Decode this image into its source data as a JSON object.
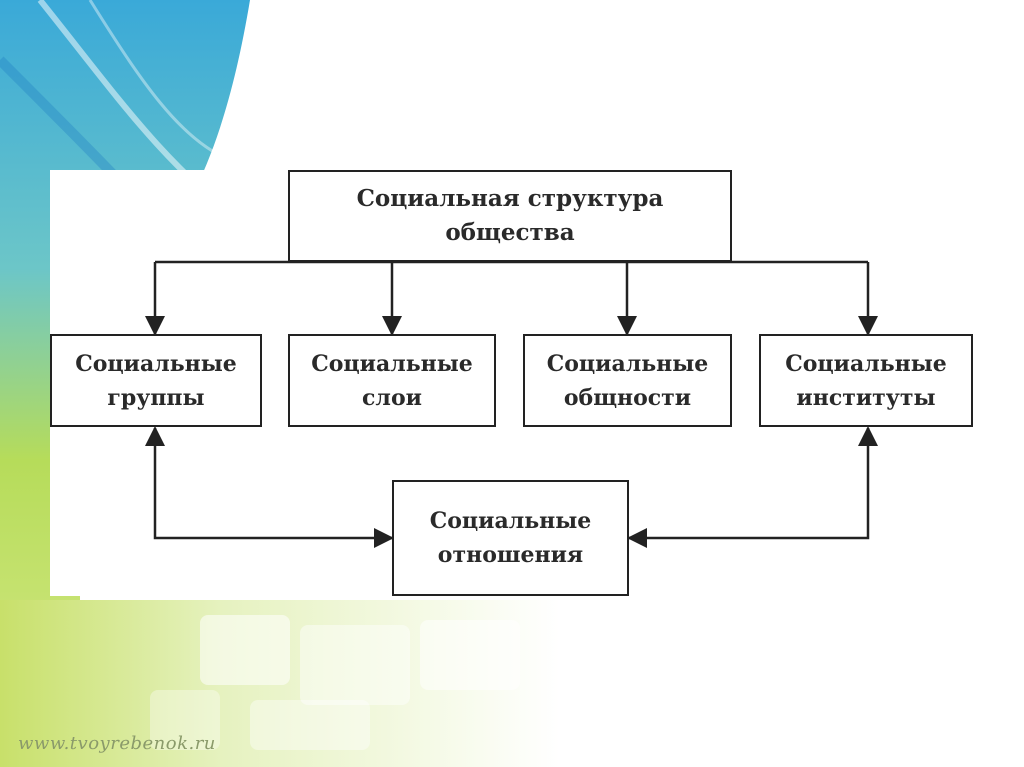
{
  "diagram": {
    "root": {
      "line1": "Социальная структура",
      "line2": "общества"
    },
    "children": [
      {
        "line1": "Социальные",
        "line2": "группы"
      },
      {
        "line1": "Социальные",
        "line2": "слои"
      },
      {
        "line1": "Социальные",
        "line2": "общности"
      },
      {
        "line1": "Социальные",
        "line2": "институты"
      }
    ],
    "relations": {
      "line1": "Социальные",
      "line2": "отношения"
    }
  },
  "watermark": "www.tvoyrebenok.ru"
}
